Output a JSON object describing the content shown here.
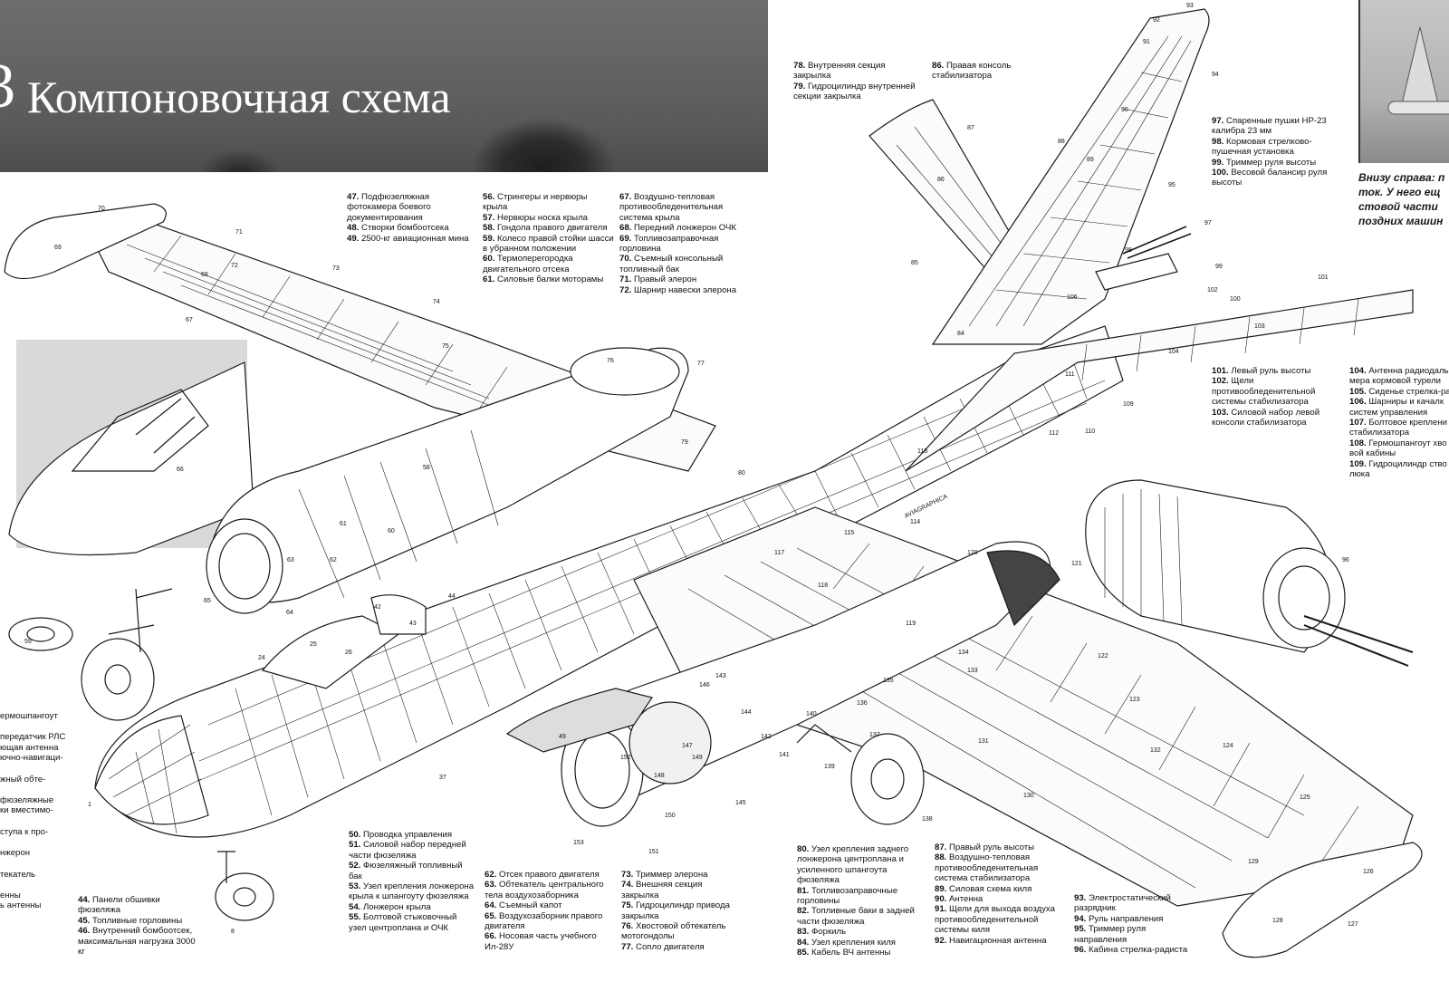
{
  "header": {
    "section_number": "3",
    "title": "Компоновочная схема"
  },
  "photo_caption": [
    "Внизу справа: п",
    "ток. У него ещ",
    "стовой части",
    "поздних машин"
  ],
  "legends": {
    "col_far_left": [
      {
        "n": "",
        "t": "ермошпангоут"
      },
      {
        "n": "",
        "t": "передатчик РЛС"
      },
      {
        "n": "",
        "t": "ющая антенна"
      },
      {
        "n": "",
        "t": "ючно-навигаци-"
      },
      {
        "n": "",
        "t": "жный обте-"
      },
      {
        "n": "",
        "t": "фюзеляжные"
      },
      {
        "n": "",
        "t": "ки вместимо-"
      },
      {
        "n": "",
        "t": "ступа к про-"
      },
      {
        "n": "",
        "t": "нжерон"
      },
      {
        "n": "",
        "t": "текатель"
      },
      {
        "n": "",
        "t": "енны"
      },
      {
        "n": "",
        "t": "ь антенны"
      }
    ],
    "col_44": [
      {
        "n": "44.",
        "t": "Панели обшивки фюзеляжа"
      },
      {
        "n": "45.",
        "t": "Топливные горловины"
      },
      {
        "n": "46.",
        "t": "Внутренний бомбоотсек, максимальная нагрузка 3000 кг"
      }
    ],
    "col_47": [
      {
        "n": "47.",
        "t": "Подфюзеляжная фотокамера боевого документирования"
      },
      {
        "n": "48.",
        "t": "Створки бомбоотсека"
      },
      {
        "n": "49.",
        "t": "2500-кг авиационная мина"
      }
    ],
    "col_56": [
      {
        "n": "56.",
        "t": "Стрингеры и нервюры крыла"
      },
      {
        "n": "57.",
        "t": "Нервюры носка крыла"
      },
      {
        "n": "58.",
        "t": "Гондола правого двигателя"
      },
      {
        "n": "59.",
        "t": "Колесо правой стойки шасси в убранном положении"
      },
      {
        "n": "60.",
        "t": "Термоперегородка двигательного отсека"
      },
      {
        "n": "61.",
        "t": "Силовые балки моторамы"
      }
    ],
    "col_67": [
      {
        "n": "67.",
        "t": "Воздушно-тепловая противообледенительная система крыла"
      },
      {
        "n": "68.",
        "t": "Передний лонжерон ОЧК"
      },
      {
        "n": "69.",
        "t": "Топливозаправочная горловина"
      },
      {
        "n": "70.",
        "t": "Съемный консольный топливный бак"
      },
      {
        "n": "71.",
        "t": "Правый элерон"
      },
      {
        "n": "72.",
        "t": "Шарнир навески элерона"
      }
    ],
    "col_78": [
      {
        "n": "78.",
        "t": "Внутренняя секция закрылка"
      },
      {
        "n": "79.",
        "t": "Гидроцилиндр внутренней секции закрылка"
      }
    ],
    "col_86": [
      {
        "n": "86.",
        "t": "Правая консоль стабилизатора"
      }
    ],
    "col_97": [
      {
        "n": "97.",
        "t": "Спаренные пушки НР-23 калибра 23 мм"
      },
      {
        "n": "98.",
        "t": "Кормовая стрелково-пушечная установка"
      },
      {
        "n": "99.",
        "t": "Триммер руля высоты"
      },
      {
        "n": "100.",
        "t": "Весовой балансир руля высоты"
      }
    ],
    "col_101": [
      {
        "n": "101.",
        "t": "Левый руль высоты"
      },
      {
        "n": "102.",
        "t": "Щели противообледенительной системы стабилизатора"
      },
      {
        "n": "103.",
        "t": "Силовой набор левой консоли стабилизатора"
      }
    ],
    "col_104": [
      {
        "n": "104.",
        "t": "Антенна радиодаль-"
      },
      {
        "n": "",
        "t": "мера кормовой турели"
      },
      {
        "n": "105.",
        "t": "Сиденье стрелка-ра"
      },
      {
        "n": "106.",
        "t": "Шарниры и качалк"
      },
      {
        "n": "",
        "t": "систем управления"
      },
      {
        "n": "107.",
        "t": "Болтовое креплени"
      },
      {
        "n": "",
        "t": "стабилизатора"
      },
      {
        "n": "108.",
        "t": "Гермошпангоут хво"
      },
      {
        "n": "",
        "t": "вой кабины"
      },
      {
        "n": "109.",
        "t": "Гидроцилиндр ство"
      },
      {
        "n": "",
        "t": "люка"
      }
    ],
    "col_50": [
      {
        "n": "50.",
        "t": "Проводка управления"
      },
      {
        "n": "51.",
        "t": "Силовой набор передней части фюзеляжа"
      },
      {
        "n": "52.",
        "t": "Фюзеляжный топливный бак"
      },
      {
        "n": "53.",
        "t": "Узел крепления лонжерона крыла к шпангоуту фюзеляжа"
      },
      {
        "n": "54.",
        "t": "Лонжерон крыла"
      },
      {
        "n": "55.",
        "t": "Болтовой стыковочный узел центроплана и ОЧК"
      }
    ],
    "col_62": [
      {
        "n": "62.",
        "t": "Отсек правого двигателя"
      },
      {
        "n": "63.",
        "t": "Обтекатель центрального тела воздухозаборника"
      },
      {
        "n": "64.",
        "t": "Съемный капот"
      },
      {
        "n": "65.",
        "t": "Воздухозаборник правого двигателя"
      },
      {
        "n": "66.",
        "t": "Носовая часть учебного Ил-28У"
      }
    ],
    "col_73": [
      {
        "n": "73.",
        "t": "Триммер элерона"
      },
      {
        "n": "74.",
        "t": "Внешняя секция закрылка"
      },
      {
        "n": "75.",
        "t": "Гидроцилиндр привода закрылка"
      },
      {
        "n": "76.",
        "t": "Хвостовой обтекатель мотогондолы"
      },
      {
        "n": "77.",
        "t": "Сопло двигателя"
      }
    ],
    "col_80": [
      {
        "n": "80.",
        "t": "Узел крепления заднего лонжерона центроплана и усиленного шпангоута фюзеляжа"
      },
      {
        "n": "81.",
        "t": "Топливозаправочные горловины"
      },
      {
        "n": "82.",
        "t": "Топливные баки в задней части фюзеляжа"
      },
      {
        "n": "83.",
        "t": "Форкиль"
      },
      {
        "n": "84.",
        "t": "Узел крепления киля"
      },
      {
        "n": "85.",
        "t": "Кабель ВЧ антенны"
      }
    ],
    "col_87": [
      {
        "n": "87.",
        "t": "Правый руль высоты"
      },
      {
        "n": "88.",
        "t": "Воздушно-тепловая противообледенительная система стабилизатора"
      },
      {
        "n": "89.",
        "t": "Силовая схема киля"
      },
      {
        "n": "90.",
        "t": "Антенна"
      },
      {
        "n": "91.",
        "t": "Щели для выхода воздуха противообледенительной системы киля"
      },
      {
        "n": "92.",
        "t": "Навигационная антенна"
      }
    ],
    "col_93": [
      {
        "n": "93.",
        "t": "Электростатический разрядник"
      },
      {
        "n": "94.",
        "t": "Руль направления"
      },
      {
        "n": "95.",
        "t": "Триммер руля направления"
      },
      {
        "n": "96.",
        "t": "Кабина стрелка-радиста"
      }
    ]
  },
  "drawing": {
    "signature": "AVIAGRAPHICA",
    "callouts": [
      "1",
      "8",
      "24",
      "25",
      "26",
      "37",
      "42",
      "43",
      "44",
      "49",
      "58",
      "59",
      "60",
      "61",
      "62",
      "63",
      "64",
      "65",
      "66",
      "67",
      "68",
      "69",
      "70",
      "71",
      "72",
      "73",
      "74",
      "75",
      "76",
      "77",
      "79",
      "80",
      "84",
      "85",
      "86",
      "87",
      "88",
      "89",
      "90",
      "91",
      "92",
      "93",
      "94",
      "95",
      "96",
      "97",
      "98",
      "99",
      "100",
      "101",
      "102",
      "103",
      "104",
      "106",
      "109",
      "110",
      "111",
      "112",
      "113",
      "114",
      "115",
      "117",
      "118",
      "119",
      "120",
      "121",
      "122",
      "123",
      "124",
      "125",
      "126",
      "127",
      "128",
      "129",
      "130",
      "131",
      "132",
      "133",
      "134",
      "135",
      "136",
      "137",
      "138",
      "139",
      "140",
      "141",
      "142",
      "143",
      "144",
      "145",
      "146",
      "147",
      "148",
      "149",
      "150",
      "151",
      "152",
      "153"
    ]
  }
}
